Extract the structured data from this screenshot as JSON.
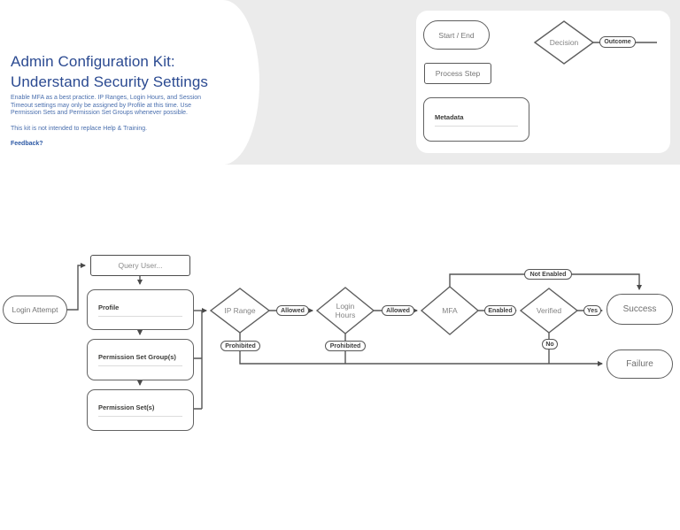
{
  "title_card": {
    "title_line1": "Admin Configuration Kit:",
    "title_line2": "Understand Security Settings",
    "description": "Enable MFA as a best practice. IP Ranges, Login Hours, and Session Timeout settings may only be assigned by Profile at this time. Use Permission Sets and Permission Set Groups whenever possible.",
    "note": "This kit is not intended to replace Help & Training.",
    "feedback_link": "Feedback?"
  },
  "legend": {
    "start_end": "Start / End",
    "process_step": "Process Step",
    "metadata": "Metadata",
    "decision": "Decision",
    "outcome": "Outcome"
  },
  "diagram": {
    "nodes": {
      "login_attempt": "Login Attempt",
      "query_user": "Query User...",
      "profile": "Profile",
      "permission_set_groups": "Permission Set Group(s)",
      "permission_sets": "Permission Set(s)",
      "ip_range": "IP Range",
      "login_hours": "Login Hours",
      "mfa": "MFA",
      "verified": "Verified",
      "success": "Success",
      "failure": "Failure"
    },
    "edge_labels": {
      "allowed": "Allowed",
      "prohibited": "Prohibited",
      "enabled": "Enabled",
      "not_enabled": "Not Enabled",
      "yes": "Yes",
      "no": "No"
    }
  },
  "colors": {
    "accent_blue": "#2b4a91",
    "link_blue": "#2d59a5",
    "band_gray": "#ebebeb",
    "shape_stroke": "#565656"
  }
}
